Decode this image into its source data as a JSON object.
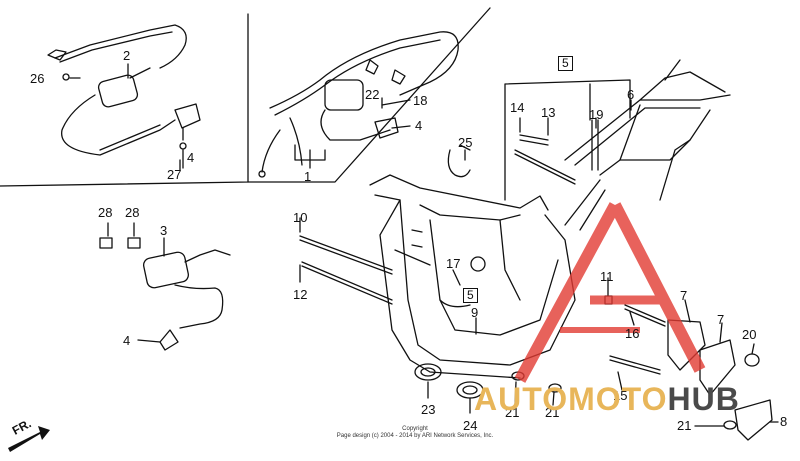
{
  "callouts": {
    "n1": "1",
    "n2": "2",
    "n3": "3",
    "n4a": "4",
    "n4b": "4",
    "n4c": "4",
    "n6": "6",
    "n7a": "7",
    "n7b": "7",
    "n8": "8",
    "n9": "9",
    "n10": "10",
    "n11": "11",
    "n12": "12",
    "n13": "13",
    "n14": "14",
    "n15": "15",
    "n16": "16",
    "n17": "17",
    "n18": "18",
    "n19": "19",
    "n20": "20",
    "n21a": "21",
    "n21b": "21",
    "n21c": "21",
    "n22": "22",
    "n23": "23",
    "n24": "24",
    "n25": "25",
    "n26": "26",
    "n27": "27",
    "n28a": "28",
    "n28b": "28",
    "box5a": "5",
    "box5b": "5"
  },
  "watermark": {
    "part1": "AUTOMOTO",
    "part2": "HUB"
  },
  "copyright": {
    "line1": "Copyright",
    "line2": "Page design (c) 2004 - 2014 by ARI Network Services, Inc."
  },
  "direction": {
    "label": "FR."
  },
  "colors": {
    "watermark_red": "#e23b33",
    "watermark_gold": "#e8b65a",
    "watermark_gray": "#4a4a4a"
  }
}
